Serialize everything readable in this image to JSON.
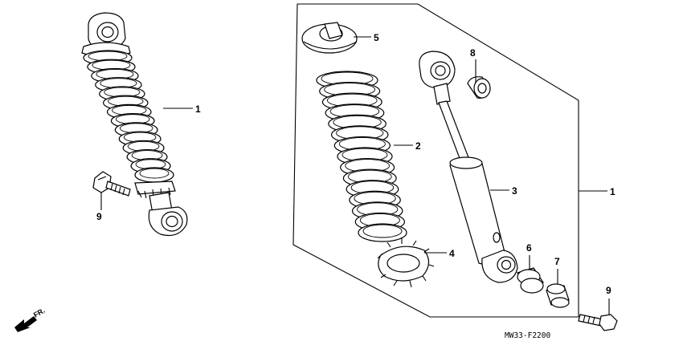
{
  "diagram_code": "MW33-F2200",
  "direction_label": "FR.",
  "callouts": {
    "left_assembly": "1",
    "left_bolt": "9",
    "right_assembly": "1",
    "spring": "2",
    "damper": "3",
    "spring_seat": "4",
    "spring_stopper": "5",
    "bushing_lower": "6",
    "collar": "7",
    "bushing_upper": "8",
    "right_bolt": "9"
  }
}
